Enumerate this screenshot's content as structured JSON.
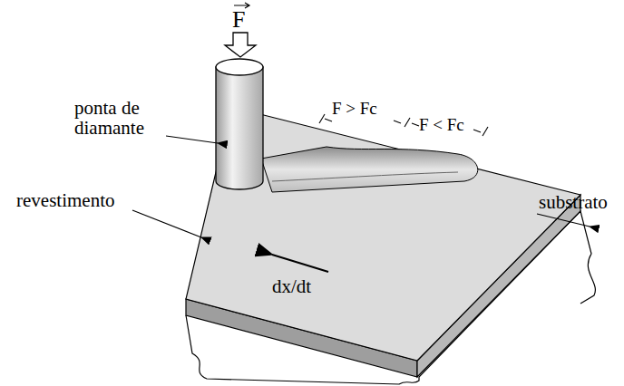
{
  "diagram": {
    "labels": [
      "F",
      "ponta de diamante",
      "revestimento",
      "substrato",
      "F > Fc",
      "F < Fc",
      "dx/dt"
    ]
  }
}
